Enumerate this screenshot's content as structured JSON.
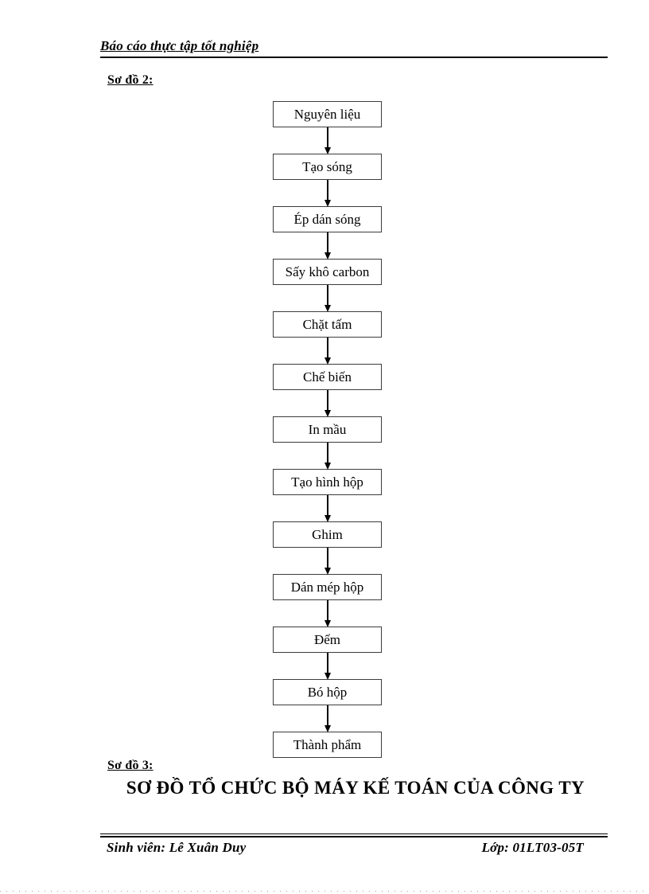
{
  "header": {
    "title": "Báo cáo thực tập tốt nghiệp"
  },
  "section2": {
    "label": "Sơ đồ 2:"
  },
  "flowchart": {
    "steps": [
      "Nguyên liệu",
      "Tạo sóng",
      "Ép dán sóng",
      "Sấy khô carbon",
      "Chặt tấm",
      "Chế biến",
      "In mầu",
      "Tạo hình hộp",
      "Ghim",
      "Dán mép hộp",
      "Đếm",
      "Bó hộp",
      "Thành phẩm"
    ]
  },
  "section3": {
    "label": "Sơ đồ 3:",
    "title": "SƠ ĐỒ TỔ CHỨC BỘ MÁY KẾ TOÁN CỦA CÔNG TY"
  },
  "footer": {
    "left": "Sinh viên: Lê Xuân Duy",
    "right": "Lớp: 01LT03-05T"
  },
  "colors": {
    "ink": "#000000",
    "box_border": "#3c3c3c",
    "page_edge_dots": "#9a9a9a",
    "background": "#ffffff"
  }
}
